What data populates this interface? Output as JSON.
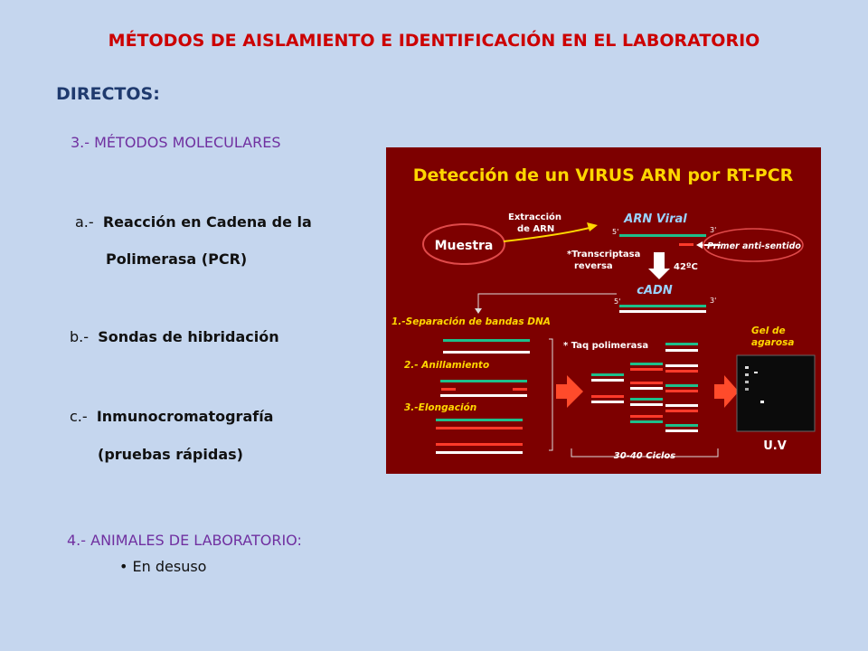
{
  "slide": {
    "title": "MÉTODOS DE AISLAMIENTO E  IDENTIFICACIÓN EN EL LABORATORIO",
    "section": "DIRECTOS:",
    "sec3_title": "3.- MÉTODOS MOLECULARES",
    "item_a_prefix": "a.-",
    "item_a_line1": "Reacción en Cadena de la",
    "item_a_line2": "Polimerasa (PCR)",
    "item_b_prefix": "b.-",
    "item_b": "Sondas de hibridación",
    "item_c_prefix": "c.-",
    "item_c_line1": "Inmunocromatografía",
    "item_c_line2": "(pruebas rápidas)",
    "sec4_title": "4.- ANIMALES DE LABORATORIO:",
    "sec4_bullet": "En desuso"
  },
  "figure": {
    "title": "Detección de un VIRUS ARN por RT-PCR",
    "muestra": "Muestra",
    "extraccion_1": "Extracción",
    "extraccion_2": "de ARN",
    "arn_viral": "ARN Viral",
    "five_prime": "5'",
    "three_prime": "3'",
    "primer": "Primer anti-sentido",
    "transcriptasa_1": "*Transcriptasa",
    "transcriptasa_2": "reversa",
    "temp": "42ºC",
    "cadn": "cADN",
    "step1": "1.-Separación de bandas DNA",
    "step2": "2.- Anillamiento",
    "step3": "3.-Elongación",
    "taq": "* Taq polimerasa",
    "gel_1": "Gel de",
    "gel_2": "agarosa",
    "ciclos": "30-40 Ciclos",
    "uv": "U.V",
    "colors": {
      "background": "#7d0000",
      "green": "#1dbf8a",
      "red": "#ff3a2a",
      "white": "#ffffff",
      "arrow": "#ff4b2b",
      "yellow": "#ffd700"
    }
  }
}
